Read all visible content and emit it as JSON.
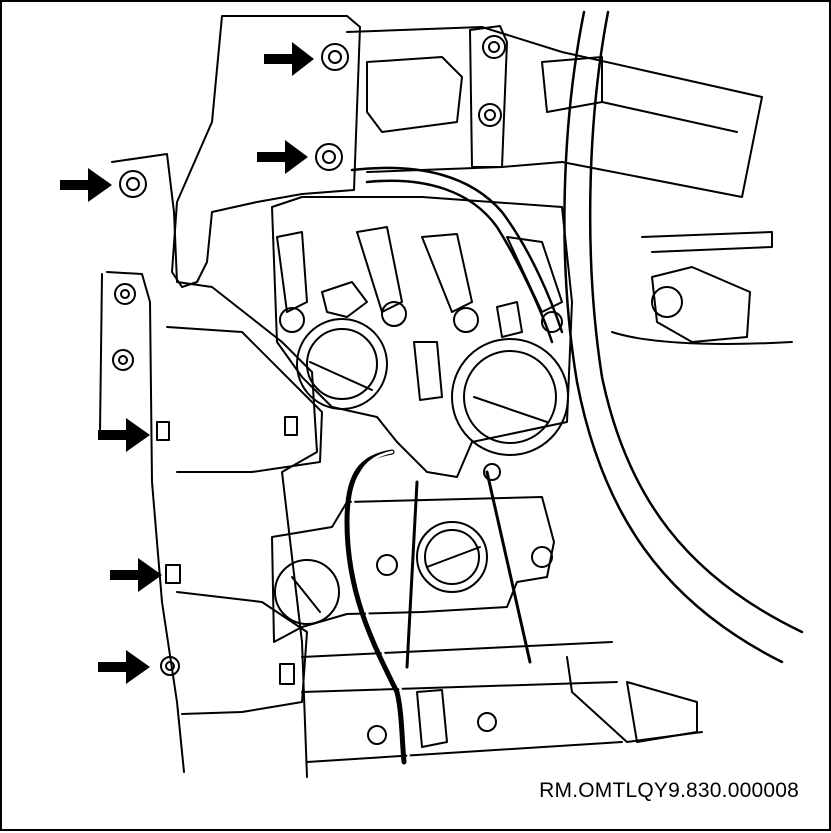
{
  "figure": {
    "reference_code": "RM.OMTLQY9.830.000008",
    "line_color": "#000000",
    "background_color": "#ffffff",
    "callouts": [
      {
        "name": "arrow-callout-1",
        "icon": "arrow-right-icon"
      },
      {
        "name": "arrow-callout-2",
        "icon": "arrow-right-icon"
      },
      {
        "name": "arrow-callout-3",
        "icon": "arrow-right-icon"
      },
      {
        "name": "arrow-callout-4",
        "icon": "arrow-right-icon"
      },
      {
        "name": "arrow-callout-5",
        "icon": "arrow-right-icon"
      },
      {
        "name": "arrow-callout-6",
        "icon": "arrow-right-icon"
      }
    ]
  }
}
